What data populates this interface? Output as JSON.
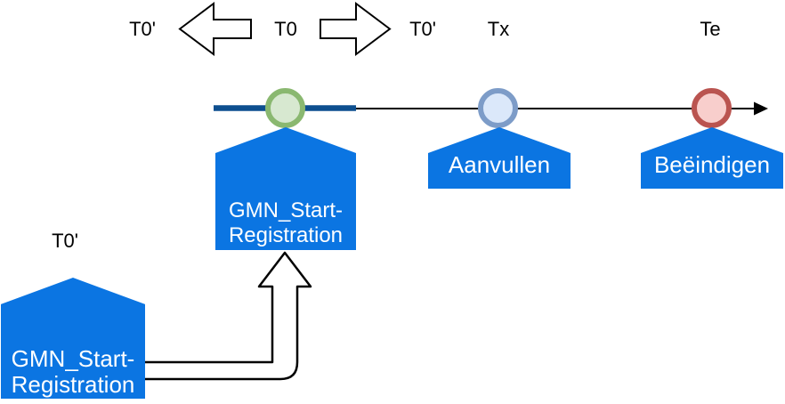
{
  "header": {
    "t0_prime_left": "T0'",
    "t0": "T0",
    "t0_prime_right": "T0'",
    "tx": "Tx",
    "te": "Te"
  },
  "timeline_events": {
    "start": {
      "label_line1": "GMN_Start-",
      "label_line2": "Registration"
    },
    "aanvullen": {
      "label": "Aanvullen"
    },
    "beeindigen": {
      "label": "Beëindigen"
    }
  },
  "pending_event": {
    "time_label": "T0'",
    "label_line1": "GMN_Start-",
    "label_line2": "Registration"
  },
  "icons": {
    "arrow_left": "block-arrow-left",
    "arrow_right": "block-arrow-right",
    "elbow_arrow": "elbow-arrow-up",
    "timeline_arrowhead": "arrowhead-right"
  },
  "colors": {
    "event_fill": "#0b75e2",
    "event_text": "#ffffff",
    "timeline_highlight": "#0d4f8f",
    "timeline_axis": "#000000",
    "milestone_green_ring": "#8ab870",
    "milestone_green_fill": "#d7e8d0",
    "milestone_blue_ring": "#7d9cc8",
    "milestone_blue_fill": "#dbe8fa",
    "milestone_red_ring": "#ba5450",
    "milestone_red_fill": "#f8cecc"
  }
}
